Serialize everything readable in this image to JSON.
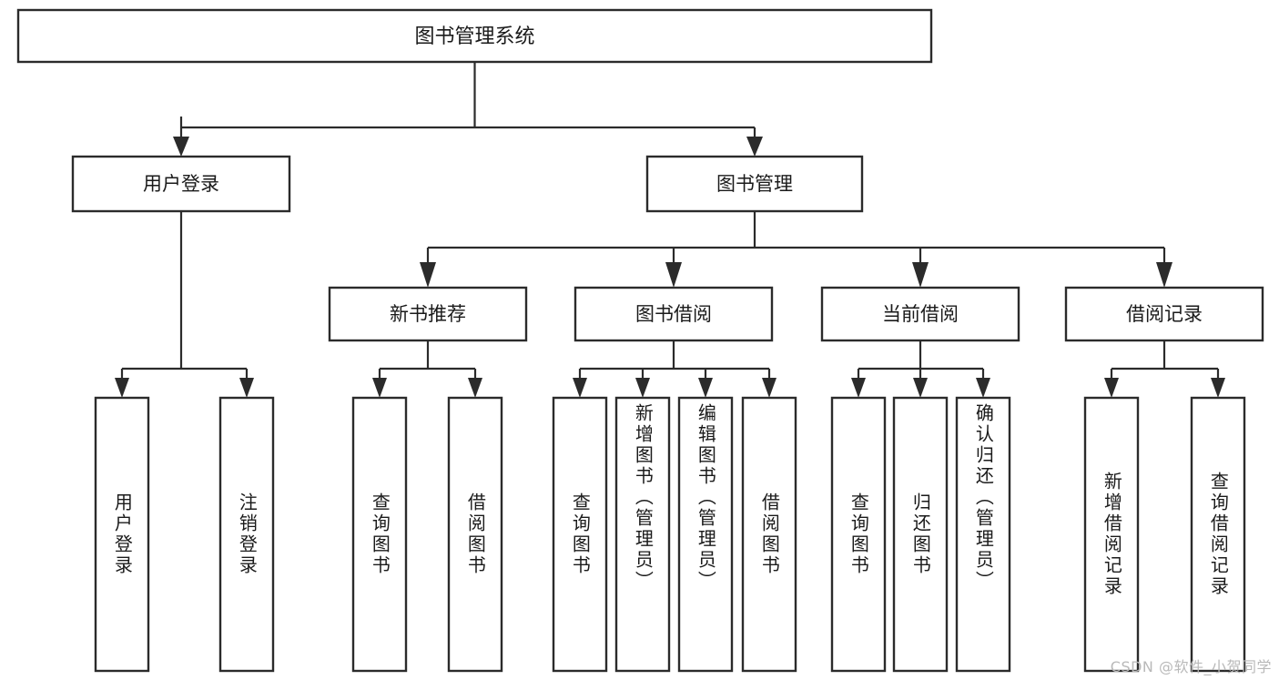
{
  "diagram": {
    "title": "图书管理系统",
    "type": "tree-hierarchy-chart",
    "orientation": "top-down",
    "root": {
      "label": "图书管理系统"
    },
    "level2": [
      {
        "id": "user-login",
        "label": "用户登录"
      },
      {
        "id": "book-manage",
        "label": "图书管理"
      }
    ],
    "level3": [
      {
        "id": "new-book-rec",
        "label": "新书推荐",
        "parent": "book-manage"
      },
      {
        "id": "book-borrow",
        "label": "图书借阅",
        "parent": "book-manage"
      },
      {
        "id": "current-borrow",
        "label": "当前借阅",
        "parent": "book-manage"
      },
      {
        "id": "borrow-record",
        "label": "借阅记录",
        "parent": "book-manage"
      }
    ],
    "leaves": [
      {
        "id": "leaf-user-login",
        "label": "用户登录",
        "parent": "user-login"
      },
      {
        "id": "leaf-logout-login",
        "label": "注销登录",
        "parent": "user-login"
      },
      {
        "id": "leaf-query-book-1",
        "label": "查询图书",
        "parent": "new-book-rec"
      },
      {
        "id": "leaf-borrow-book-1",
        "label": "借阅图书",
        "parent": "new-book-rec"
      },
      {
        "id": "leaf-query-book-2",
        "label": "查询图书",
        "parent": "book-borrow"
      },
      {
        "id": "leaf-add-book",
        "label": "新增图书（管理员）",
        "parent": "book-borrow"
      },
      {
        "id": "leaf-edit-book",
        "label": "编辑图书（管理员）",
        "parent": "book-borrow"
      },
      {
        "id": "leaf-borrow-book-2",
        "label": "借阅图书",
        "parent": "book-borrow"
      },
      {
        "id": "leaf-query-book-3",
        "label": "查询图书",
        "parent": "current-borrow"
      },
      {
        "id": "leaf-return-book",
        "label": "归还图书",
        "parent": "current-borrow"
      },
      {
        "id": "leaf-confirm-return",
        "label": "确认归还（管理员）",
        "parent": "current-borrow"
      },
      {
        "id": "leaf-add-record",
        "label": "新增借阅记录",
        "parent": "borrow-record"
      },
      {
        "id": "leaf-query-record",
        "label": "查询借阅记录",
        "parent": "borrow-record"
      }
    ],
    "watermark": "CSDN @软件_小贺同学",
    "colors": {
      "box_stroke": "#2b2b2b",
      "box_fill": "#ffffff",
      "text": "#1a1a1a",
      "connector": "#2b2b2b",
      "watermark": "#b9b9b9",
      "background": "#ffffff"
    }
  }
}
